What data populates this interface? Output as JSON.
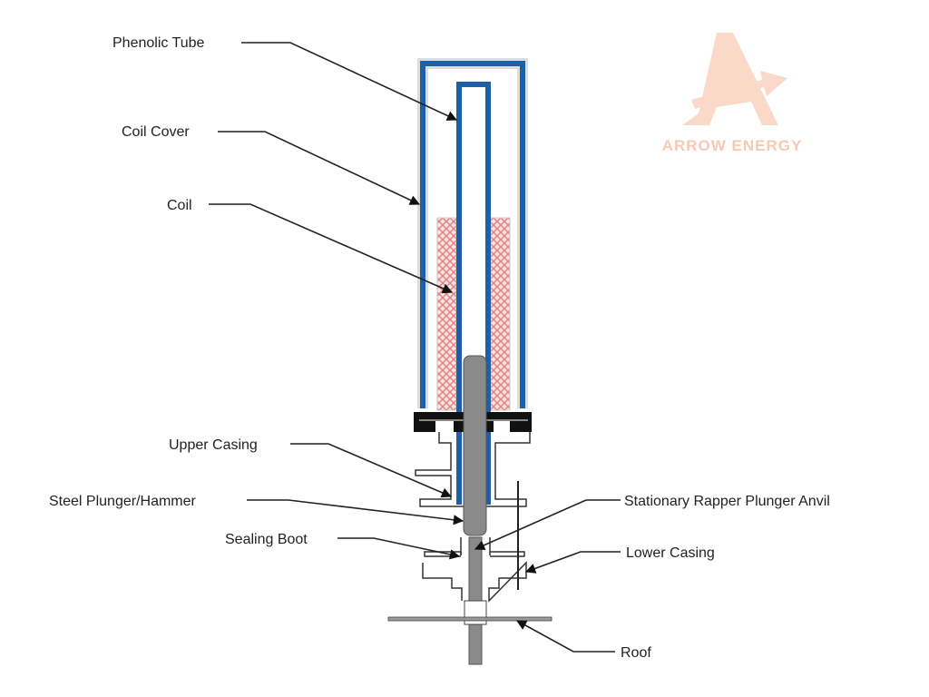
{
  "labels": {
    "phenolic_tube": "Phenolic Tube",
    "coil_cover": "Coil Cover",
    "coil": "Coil",
    "upper_casing": "Upper Casing",
    "steel_plunger": "Steel Plunger/Hammer",
    "sealing_boot": "Sealing Boot",
    "anvil": "Stationary Rapper Plunger Anvil",
    "lower_casing": "Lower Casing",
    "roof": "Roof"
  },
  "logo": {
    "text": "ARROW ENERGY",
    "color": "#f7c9b3"
  },
  "colors": {
    "cover": "#1f5fa8",
    "coil": "#e98b8b",
    "plunger": "#8a8a8a",
    "base": "#111111"
  }
}
